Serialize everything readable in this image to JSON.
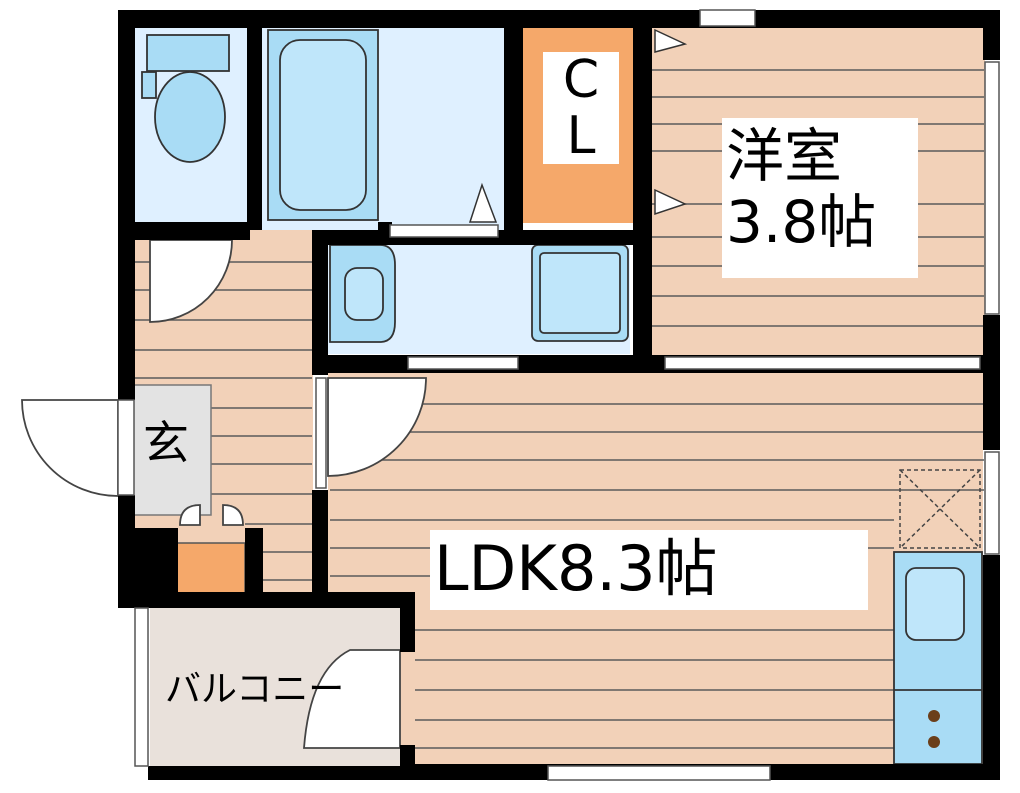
{
  "rooms": {
    "closet": "C\nL",
    "western_room_name": "洋室",
    "western_room_size": "3.8帖",
    "ldk": "LDK8.3帖",
    "entrance": "玄",
    "balcony": "バルコニー"
  },
  "colors": {
    "wall": "#000000",
    "floor_wood": "#f2d1b8",
    "floor_line": "#5a5a5a",
    "wet_area": "#dff0ff",
    "fixture": "#a9dcf5",
    "fixture_dark": "#7fb4e6",
    "closet": "#f5a86a",
    "entrance_tile": "#e3e3e3",
    "balcony": "#e9e1db",
    "shoe_box": "#f5a86a"
  },
  "icons": [
    "toilet-icon",
    "bathtub-icon",
    "washbasin-icon",
    "washing-machine-pan-icon",
    "kitchen-sink-icon",
    "stove-burners-icon",
    "ceiling-storage-x-icon",
    "door-swing-icon"
  ]
}
